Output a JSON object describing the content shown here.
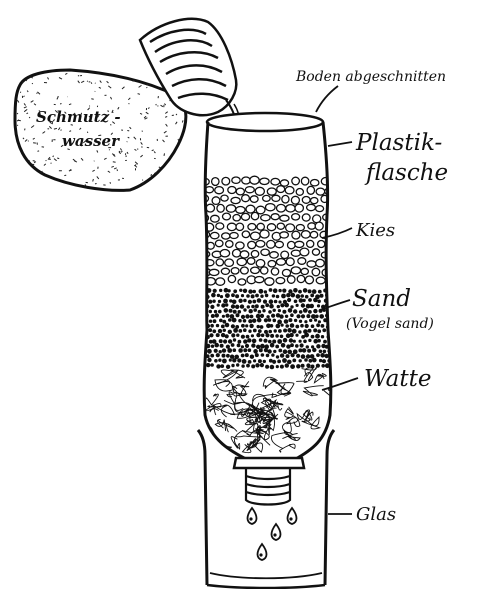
{
  "labels": {
    "jar_line1": "Schmutz -",
    "jar_line2": "wasser",
    "top_note": "Boden abgeschnitten",
    "bottle_line1": "Plastik-",
    "bottle_line2": "flasche",
    "gravel": "Kies",
    "sand": "Sand",
    "sand_note": "(Vogel sand)",
    "cotton": "Watte",
    "glass": "Glas"
  },
  "colors": {
    "ink": "#111111",
    "paper": "#ffffff"
  }
}
